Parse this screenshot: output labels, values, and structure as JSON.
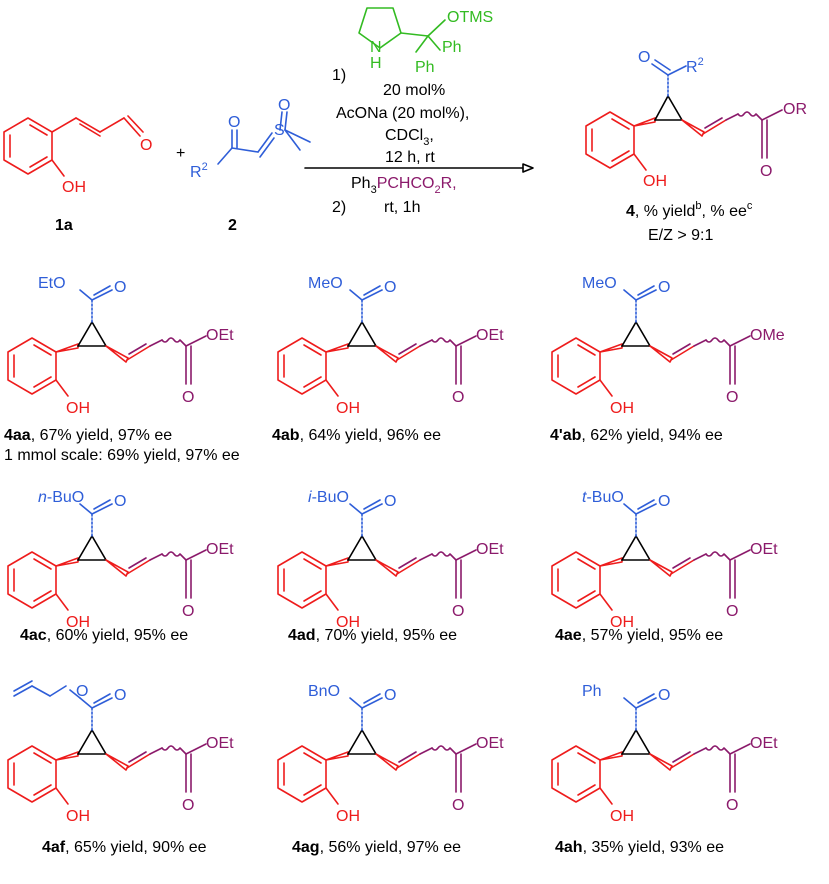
{
  "colors": {
    "substrate": "#ee1c1c",
    "ylide": "#2f5ed8",
    "wittig": "#8b1a6b",
    "catalyst": "#33bb22",
    "text": "#000000"
  },
  "reaction": {
    "catalyst_labels": {
      "nh_n": "N",
      "nh_h": "H",
      "otms": "OTMS",
      "ph1": "Ph",
      "ph2": "Ph"
    },
    "step1": "1)",
    "catalyst_loading": "20 mol%",
    "additive": "AcONa (20 mol%),",
    "solvent_main": "CDCl",
    "solvent_sub": "3",
    "solvent_end": ",",
    "time_temp": "12 h, rt",
    "step2": "2)",
    "wittig_ph": "Ph",
    "wittig_sub": "3",
    "wittig_p": "PCHCO",
    "wittig_sub2": "2",
    "wittig_r": "R,",
    "step2_conditions": "rt, 1h",
    "plus": "+",
    "reactant1_label": "1a",
    "reactant2_label": "2",
    "r2": "R",
    "r2_sup": "2",
    "o": "O",
    "s": "S",
    "oh": "OH",
    "or": "OR",
    "product_num": "4",
    "product_text": ", % yield",
    "product_sup1": "b",
    "product_text2": ", % ee",
    "product_sup2": "c",
    "ez": "E/Z > 9:1"
  },
  "products": [
    {
      "id": "4aa",
      "ester": "EtO",
      "ester_italic": "",
      "right": "OEt",
      "caption": ", 67% yield, 97% ee",
      "caption2": "1 mmol scale: 69% yield, 97% ee"
    },
    {
      "id": "4ab",
      "ester": "MeO",
      "ester_italic": "",
      "right": "OEt",
      "caption": ", 64% yield, 96% ee",
      "caption2": ""
    },
    {
      "id": "4'ab",
      "ester": "MeO",
      "ester_italic": "",
      "right": "OMe",
      "caption": ", 62% yield, 94% ee",
      "caption2": ""
    },
    {
      "id": "4ac",
      "ester": "-BuO",
      "ester_italic": "n",
      "right": "OEt",
      "caption": ", 60% yield, 95% ee",
      "caption2": ""
    },
    {
      "id": "4ad",
      "ester": "-BuO",
      "ester_italic": "i",
      "right": "OEt",
      "caption": ", 70% yield, 95% ee",
      "caption2": ""
    },
    {
      "id": "4ae",
      "ester": "-BuO",
      "ester_italic": "t",
      "right": "OEt",
      "caption": ", 57% yield, 95% ee",
      "caption2": ""
    },
    {
      "id": "4af",
      "ester": "O",
      "ester_italic": "",
      "right": "OEt",
      "caption": ", 65% yield, 90% ee",
      "caption2": ""
    },
    {
      "id": "4ag",
      "ester": "BnO",
      "ester_italic": "",
      "right": "OEt",
      "caption": ", 56% yield, 97% ee",
      "caption2": ""
    },
    {
      "id": "4ah",
      "ester": "Ph",
      "ester_italic": "",
      "right": "OEt",
      "caption": ", 35% yield, 93% ee",
      "caption2": ""
    }
  ]
}
